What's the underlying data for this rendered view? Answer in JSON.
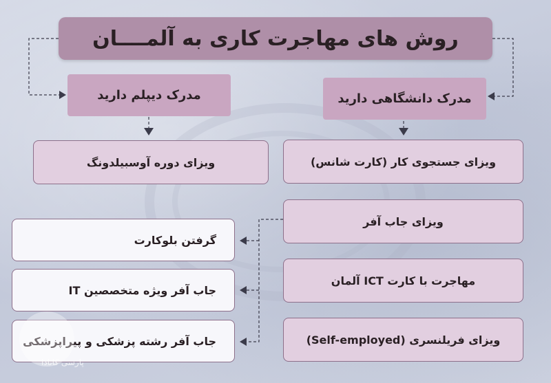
{
  "title": "روش های مهاجرت کاری به آلمــــان",
  "columns": {
    "university": {
      "label": "مدرک دانشگاهی دارید",
      "items": [
        "ویزای جستجوی کار  (کارت شانس)",
        "ویزای جاب آفر",
        "مهاجرت با کارت ICT آلمان",
        "ویزای فریلنسری (Self-employed)"
      ]
    },
    "diploma": {
      "label": "مدرک دیپلم دارید",
      "items": [
        "ویزای دوره آوسبیلدونگ"
      ]
    }
  },
  "job_offer_subitems": [
    "گرفتن بلوکارت",
    "جاب آفر ویژه متخصصین IT",
    "جاب آفر رشته پزشکی و پیراپزشکی"
  ],
  "watermark": "پارسی کانادا",
  "colors": {
    "title_bg": "#af8fa8",
    "header_bg": "#c9a6c1",
    "item_bg": "#e2cfe0",
    "subitem_bg": "#f7f7fb",
    "connector": "#3b3b4a"
  }
}
